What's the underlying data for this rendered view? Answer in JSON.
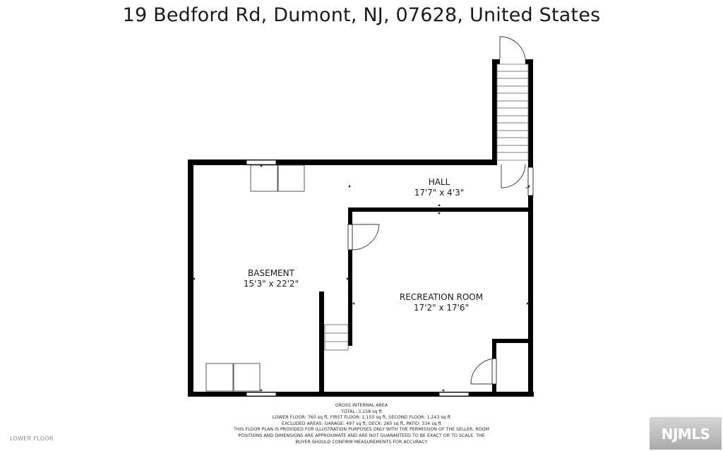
{
  "address": "19 Bedford Rd, Dumont, NJ, 07628, United States",
  "rooms": [
    {
      "name": "HALL",
      "dimensions": "17'7\" x 4'3\""
    },
    {
      "name": "BASEMENT",
      "dimensions": "15'3\" x 22'2\""
    },
    {
      "name": "RECREATION ROOM",
      "dimensions": "17'2\" x 17'6\""
    }
  ],
  "area_notes": {
    "heading": "GROSS INTERNAL AREA",
    "total": "TOTAL: 3,158 sq ft",
    "floors": "LOWER FLOOR: 760 sq ft, FIRST FLOOR: 1,155 sq ft, SECOND FLOOR: 1,243 sq ft",
    "excluded": "EXCLUDED AREAS: GARAGE: 497 sq ft, DECK: 260 sq ft, PATIO: 334 sq ft",
    "disclaimer_1": "THIS FLOOR PLAN IS PROVIDED FOR ILLUSTRATION PURPOSES ONLY WITH THE PERMISSION OF THE SELLER. ROOM",
    "disclaimer_2": "POSITIONS AND DIMENSIONS ARE APPROXIMATE AND ARE NOT GUARANTEED TO BE EXACT OR TO SCALE. THE",
    "disclaimer_3": "BUYER SHOULD CONFIRM MEASUREMENTS FOR ACCURACY"
  },
  "floor_name": "LOWER FLOOR",
  "logo_text": "NJMLS",
  "colors": {
    "wall": "#000000",
    "background": "#ffffff",
    "logo": "#bdbdbd"
  }
}
